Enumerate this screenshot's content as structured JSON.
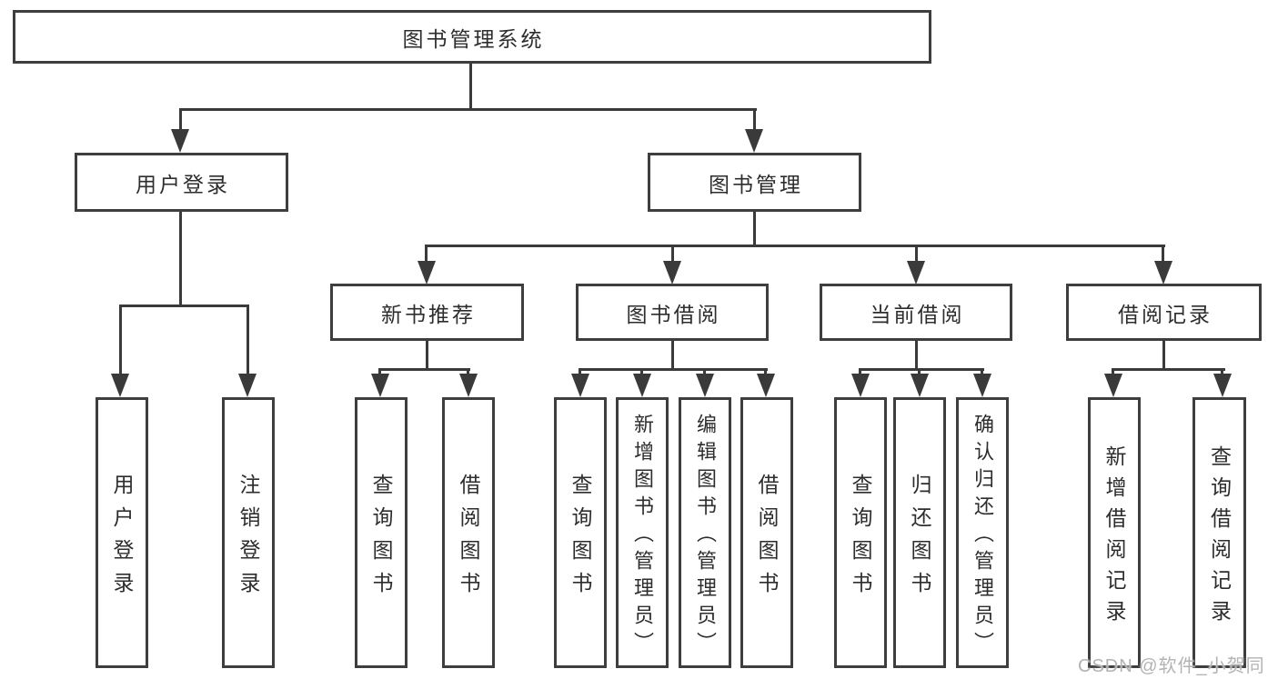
{
  "watermark": "CSDN @软件_小贺同学",
  "colors": {
    "box_border": "#3e3e3e",
    "line": "#3a3a3a",
    "text": "#2d2d2d",
    "background": "#ffffff",
    "watermark": "#b3b3b3"
  },
  "tree": {
    "root": {
      "label": "图书管理系统"
    },
    "level2": [
      {
        "label": "用户登录",
        "children": [
          "用户登录",
          "注销登录"
        ]
      },
      {
        "label": "图书管理"
      }
    ],
    "level3": [
      {
        "label": "新书推荐",
        "children": [
          "查询图书",
          "借阅图书"
        ]
      },
      {
        "label": "图书借阅",
        "children": [
          "查询图书",
          "新增图书（管理员）",
          "编辑图书（管理员）",
          "借阅图书"
        ]
      },
      {
        "label": "当前借阅",
        "children": [
          "查询图书",
          "归还图书",
          "确认归还（管理员）"
        ]
      },
      {
        "label": "借阅记录",
        "children": [
          "新增借阅记录",
          "查询借阅记录"
        ]
      }
    ]
  }
}
